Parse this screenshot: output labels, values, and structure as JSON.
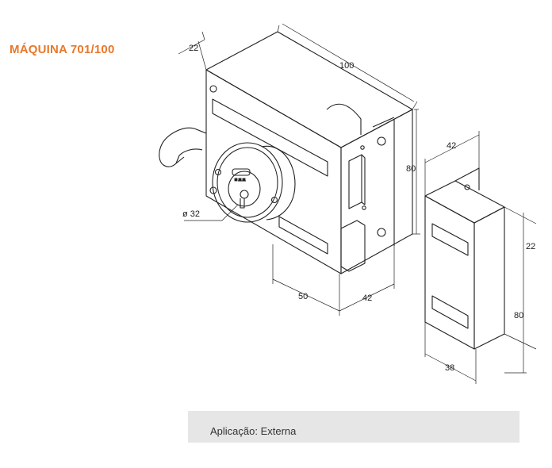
{
  "title": "MÁQUINA 701/100",
  "application": "Aplicação: Externa",
  "dimensions": {
    "lock_depth": "22",
    "lock_width": "100",
    "lock_height": "80",
    "cylinder_diameter": "ø 32",
    "cylinder_offset": "50",
    "lock_bottom_depth": "42",
    "keeper_depth": "42",
    "keeper_side": "22",
    "keeper_height": "80",
    "keeper_width": "38"
  },
  "colors": {
    "title": "#e8782a",
    "band": "#e6e6e6",
    "line": "#222222"
  }
}
